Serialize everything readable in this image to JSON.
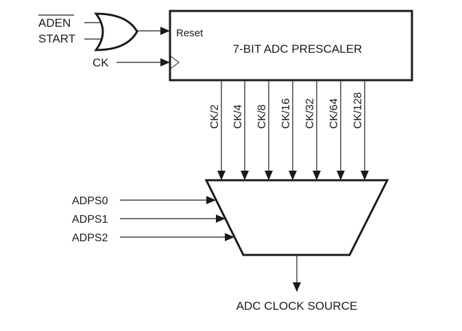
{
  "diagram": {
    "gate_inputs": [
      {
        "label": "ADEN",
        "overline": true
      },
      {
        "label": "START",
        "overline": false
      }
    ],
    "clock_input": "CK",
    "prescaler": {
      "title": "7-BIT ADC PRESCALER",
      "reset_label": "Reset"
    },
    "taps": [
      "CK/2",
      "CK/4",
      "CK/8",
      "CK/16",
      "CK/32",
      "CK/64",
      "CK/128"
    ],
    "select_inputs": [
      "ADPS0",
      "ADPS1",
      "ADPS2"
    ],
    "output_label": "ADC CLOCK SOURCE"
  }
}
